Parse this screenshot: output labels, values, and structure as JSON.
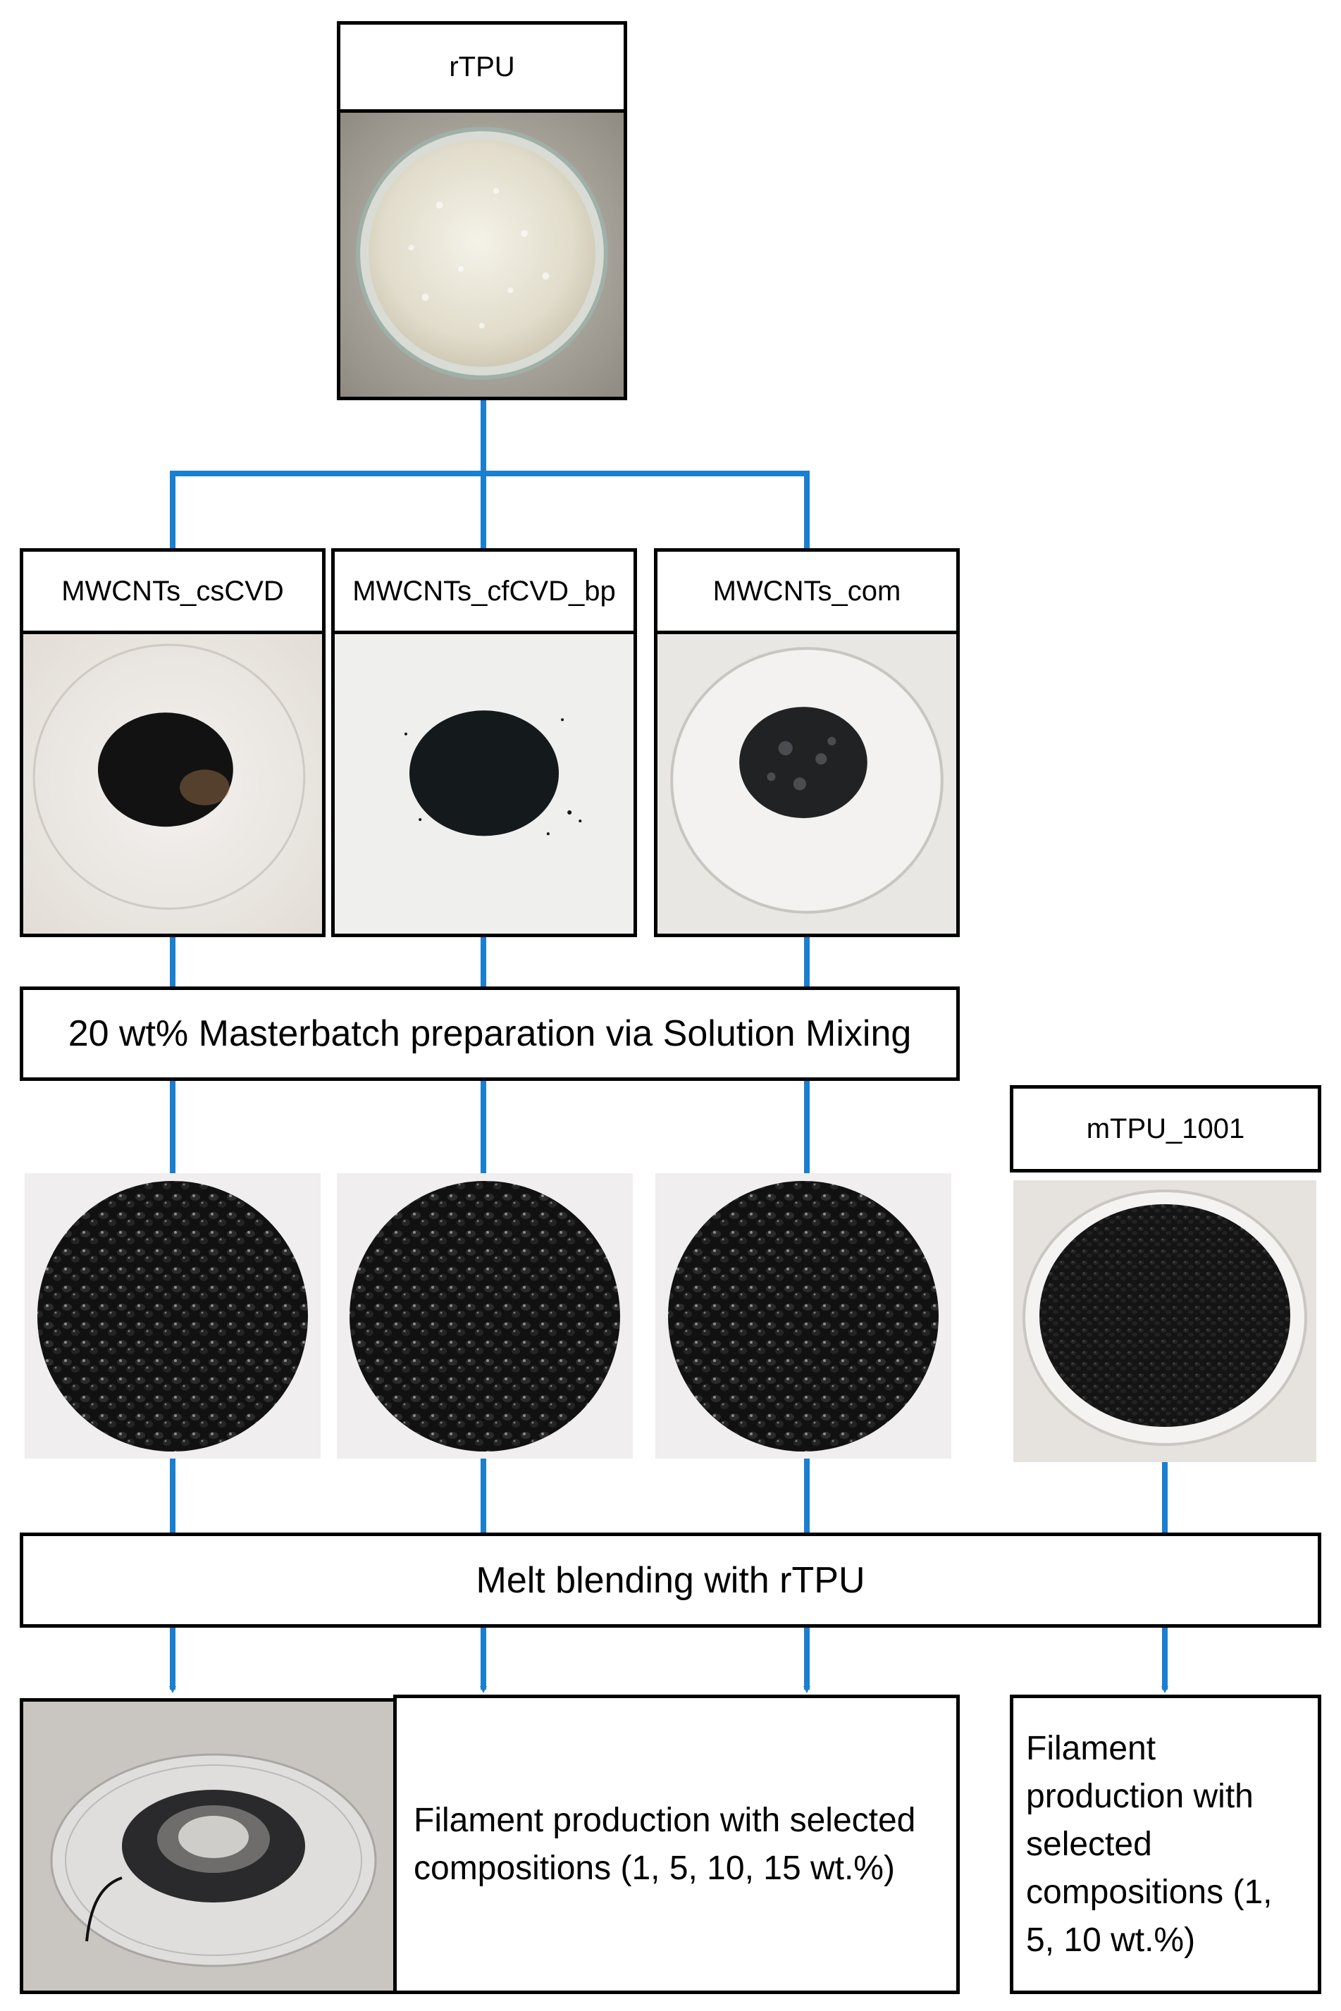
{
  "top": {
    "label": "rTPU"
  },
  "fillers": [
    {
      "label": "MWCNTs_csCVD"
    },
    {
      "label": "MWCNTs_cfCVD_bp"
    },
    {
      "label": "MWCNTs_com"
    }
  ],
  "masterbatch": {
    "label": "20 wt% Masterbatch preparation via Solution Mixing"
  },
  "reference": {
    "label": "mTPU_1001"
  },
  "melt": {
    "label": "Melt blending with rTPU"
  },
  "filament_left": {
    "text": "Filament production with selected compositions (1, 5, 10, 15 wt.%)"
  },
  "filament_right": {
    "text": "Filament production with selected compositions (1, 5, 10 wt.%)"
  },
  "colors": {
    "connector": "#1b7fd0",
    "border": "#000000"
  }
}
